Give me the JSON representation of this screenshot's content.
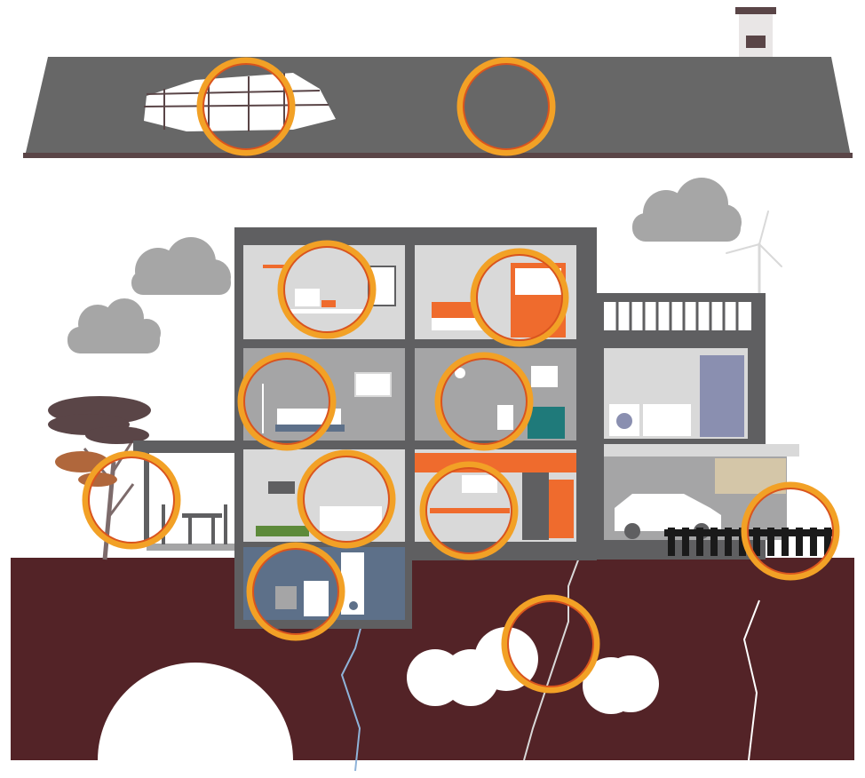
{
  "colors": {
    "roof": "#676767",
    "roof_edge": "#5a4547",
    "ground": "#532327",
    "house_frame": "#5f5f61",
    "room_light": "#d9d9d9",
    "room_mid": "#a5a5a6",
    "basement": "#5d7089",
    "accent_orange": "#ef6b2d",
    "hotspot_ring": "#f2a126",
    "hotspot_inner": "#d9541e",
    "cloud": "#a6a6a6",
    "tree_dark": "#5a4547",
    "tree_light": "#b0673c",
    "water_line": "#8fb3d9"
  },
  "hotspots": [
    {
      "id": "roof-solar-panel"
    },
    {
      "id": "roof-insulation"
    },
    {
      "id": "attic-office"
    },
    {
      "id": "attic-bedroom"
    },
    {
      "id": "floor1-bedroom"
    },
    {
      "id": "floor1-bathroom"
    },
    {
      "id": "ground-living-room"
    },
    {
      "id": "ground-kitchen"
    },
    {
      "id": "garden-terrace"
    },
    {
      "id": "garden-fence"
    },
    {
      "id": "basement-boiler"
    },
    {
      "id": "underground-pipes"
    }
  ]
}
